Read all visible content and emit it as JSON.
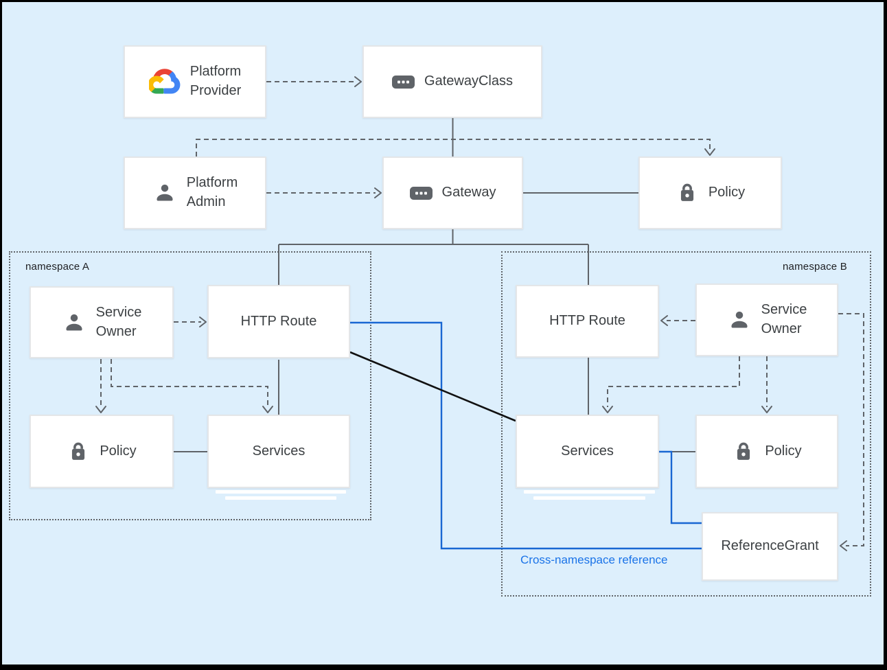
{
  "nodes": {
    "platform_provider": {
      "label": "Platform\nProvider",
      "icon": "google-cloud-logo"
    },
    "gateway_class": {
      "label": "GatewayClass",
      "icon": "gateway-badge"
    },
    "platform_admin": {
      "label": "Platform\nAdmin",
      "icon": "person"
    },
    "gateway": {
      "label": "Gateway",
      "icon": "gateway-badge"
    },
    "policy_top": {
      "label": "Policy",
      "icon": "lock"
    },
    "service_owner_a": {
      "label": "Service\nOwner",
      "icon": "person"
    },
    "http_route_a": {
      "label": "HTTP Route"
    },
    "policy_a": {
      "label": "Policy",
      "icon": "lock"
    },
    "services_a": {
      "label": "Services"
    },
    "http_route_b": {
      "label": "HTTP Route"
    },
    "service_owner_b": {
      "label": "Service\nOwner",
      "icon": "person"
    },
    "services_b": {
      "label": "Services"
    },
    "policy_b": {
      "label": "Policy",
      "icon": "lock"
    },
    "reference_grant": {
      "label": "ReferenceGrant"
    }
  },
  "groups": {
    "namespace_a": {
      "label": "namespace A"
    },
    "namespace_b": {
      "label": "namespace B"
    }
  },
  "annotations": {
    "cross_namespace_label": "Cross-namespace reference"
  },
  "edges": [
    {
      "from": "platform_provider",
      "to": "gateway_class",
      "style": "dashed-arrow"
    },
    {
      "from": "gateway_class",
      "to": "gateway",
      "style": "solid"
    },
    {
      "from": "platform_admin",
      "to": "gateway",
      "style": "dashed-arrow"
    },
    {
      "from": "platform_admin",
      "to": "policy_top",
      "style": "dashed-arrow"
    },
    {
      "from": "gateway",
      "to": "policy_top",
      "style": "solid"
    },
    {
      "from": "gateway",
      "to": "http_route_a",
      "style": "solid"
    },
    {
      "from": "gateway",
      "to": "http_route_b",
      "style": "solid"
    },
    {
      "from": "service_owner_a",
      "to": "http_route_a",
      "style": "dashed-arrow"
    },
    {
      "from": "service_owner_a",
      "to": "policy_a",
      "style": "dashed-arrow"
    },
    {
      "from": "service_owner_a",
      "to": "services_a",
      "style": "dashed-arrow"
    },
    {
      "from": "http_route_a",
      "to": "services_a",
      "style": "solid"
    },
    {
      "from": "policy_a",
      "to": "services_a",
      "style": "solid"
    },
    {
      "from": "service_owner_b",
      "to": "http_route_b",
      "style": "dashed-arrow"
    },
    {
      "from": "service_owner_b",
      "to": "services_b",
      "style": "dashed-arrow"
    },
    {
      "from": "service_owner_b",
      "to": "policy_b",
      "style": "dashed-arrow"
    },
    {
      "from": "service_owner_b",
      "to": "reference_grant",
      "style": "dashed-arrow"
    },
    {
      "from": "http_route_b",
      "to": "services_b",
      "style": "solid"
    },
    {
      "from": "services_b",
      "to": "policy_b",
      "style": "solid"
    },
    {
      "from": "http_route_a",
      "to": "services_b",
      "style": "solid-black"
    },
    {
      "from": "http_route_a",
      "to": "reference_grant",
      "style": "blue"
    },
    {
      "from": "services_b",
      "to": "reference_grant",
      "style": "blue"
    }
  ],
  "colors": {
    "background": "#ddeffc",
    "frame": "#000000",
    "line_gray": "#5f6368",
    "blue_line": "#1967d2",
    "blue_text": "#1a73e8",
    "black_line": "#111111",
    "box_border": "#e4e6e8",
    "box_fill": "#ffffff",
    "text": "#3c4043",
    "icon_gray": "#5f6368",
    "gcp_red": "#EA4335",
    "gcp_blue": "#4285F4",
    "gcp_green": "#34A853",
    "gcp_yellow": "#FBBC05"
  }
}
